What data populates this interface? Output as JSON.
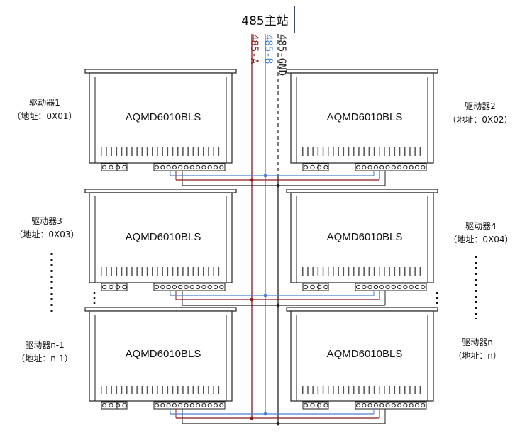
{
  "master": {
    "label": "485主站"
  },
  "signals": [
    {
      "label": "485-A",
      "color": "#8b1a1a"
    },
    {
      "label": "485-B",
      "color": "#4a7fd4"
    },
    {
      "label": "485-GND",
      "color": "#222222"
    }
  ],
  "drivers": [
    {
      "name": "驱动器1",
      "address": "（地址：0X01）",
      "model": "AQMD6010BLS"
    },
    {
      "name": "驱动器2",
      "address": "（地址：0X02）",
      "model": "AQMD6010BLS"
    },
    {
      "name": "驱动器3",
      "address": "（地址：0X03）",
      "model": "AQMD6010BLS"
    },
    {
      "name": "驱动器4",
      "address": "（地址：0X04）",
      "model": "AQMD6010BLS"
    },
    {
      "name": "驱动器n-1",
      "address": "（地址：n-1）",
      "model": "AQMD6010BLS"
    },
    {
      "name": "驱动器n",
      "address": "（地址：n）",
      "model": "AQMD6010BLS"
    }
  ],
  "colors": {
    "wire_a": "#8b1a1a",
    "wire_b": "#4a7fd4",
    "wire_gnd": "#222222",
    "outline": "#222222"
  }
}
